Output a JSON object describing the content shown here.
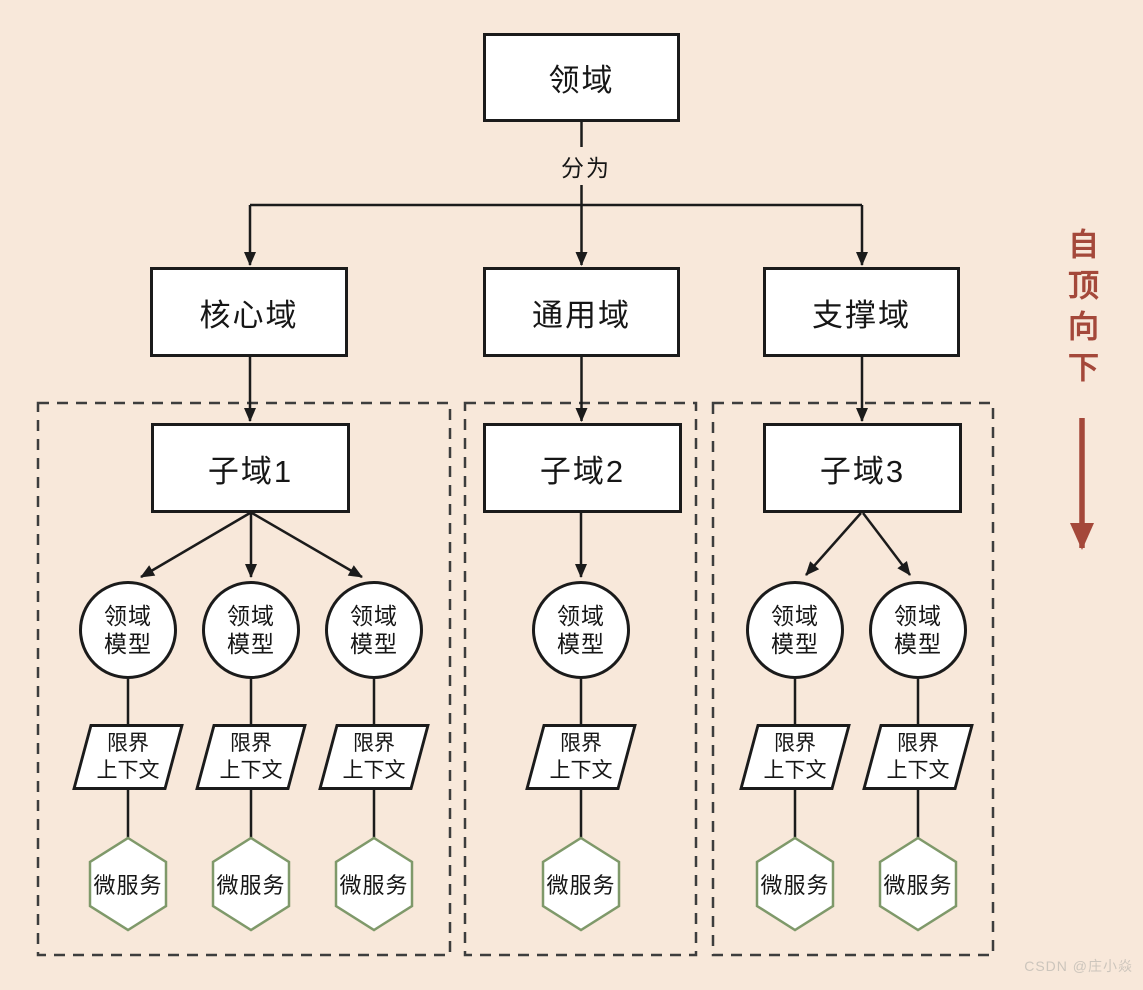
{
  "colors": {
    "background": "#f8e8da",
    "node_border": "#1b1b1b",
    "node_fill": "#ffffff",
    "dashed_group_border": "#3d3d3d",
    "hexagon_border": "#7f996a",
    "accent_red": "#a4483a",
    "watermark_gray": "#ccc5bc"
  },
  "nodes": {
    "root": "领域",
    "split_edge_label": "分为",
    "core_domain": "核心域",
    "generic_domain": "通用域",
    "supporting_domain": "支撑域",
    "subdomain_1": "子域1",
    "subdomain_2": "子域2",
    "subdomain_3": "子域3",
    "domain_model_line1": "领域",
    "domain_model_line2": "模型",
    "bounded_context_line1": "限界",
    "bounded_context_line2": "上下文",
    "microservice": "微服务"
  },
  "side_note": {
    "text": "自顶向下"
  },
  "watermark": "CSDN @庄小焱"
}
